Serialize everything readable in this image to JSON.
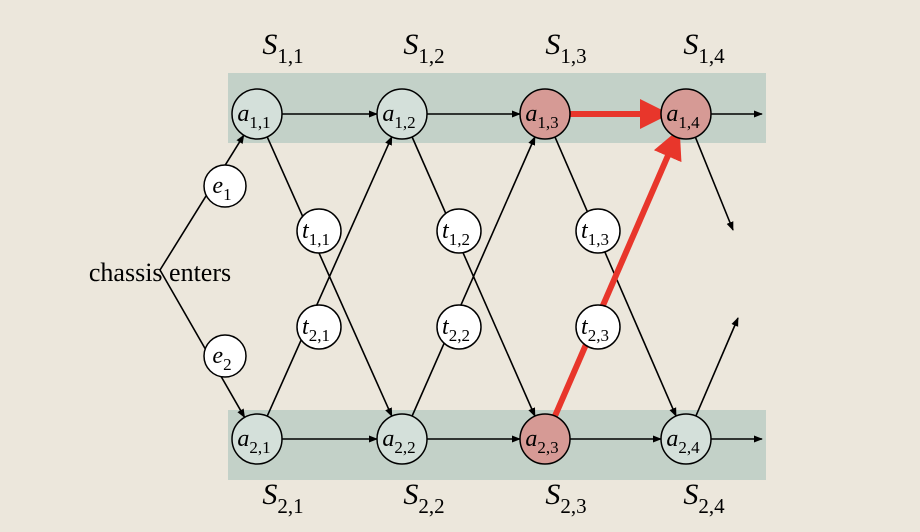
{
  "diagram": {
    "entry_label": "chassis enters",
    "colors": {
      "background": "#ece7dc",
      "lane": "#bcccc4",
      "node_default": "#ffffff",
      "node_lane": "#d4e0da",
      "node_highlight": "#d69a95",
      "highlight_edge": "#e8362b"
    },
    "stations_top": [
      {
        "main": "S",
        "sub": "1,1"
      },
      {
        "main": "S",
        "sub": "1,2"
      },
      {
        "main": "S",
        "sub": "1,3"
      },
      {
        "main": "S",
        "sub": "1,4"
      }
    ],
    "stations_bottom": [
      {
        "main": "S",
        "sub": "2,1"
      },
      {
        "main": "S",
        "sub": "2,2"
      },
      {
        "main": "S",
        "sub": "2,3"
      },
      {
        "main": "S",
        "sub": "2,4"
      }
    ],
    "nodes": [
      {
        "id": "a11",
        "main": "a",
        "sub": "1,1",
        "style": "lane"
      },
      {
        "id": "a12",
        "main": "a",
        "sub": "1,2",
        "style": "lane"
      },
      {
        "id": "a13",
        "main": "a",
        "sub": "1,3",
        "style": "highlight"
      },
      {
        "id": "a14",
        "main": "a",
        "sub": "1,4",
        "style": "highlight"
      },
      {
        "id": "a21",
        "main": "a",
        "sub": "2,1",
        "style": "lane"
      },
      {
        "id": "a22",
        "main": "a",
        "sub": "2,2",
        "style": "lane"
      },
      {
        "id": "a23",
        "main": "a",
        "sub": "2,3",
        "style": "highlight"
      },
      {
        "id": "a24",
        "main": "a",
        "sub": "2,4",
        "style": "lane"
      },
      {
        "id": "e1",
        "main": "e",
        "sub": "1",
        "style": "plain"
      },
      {
        "id": "e2",
        "main": "e",
        "sub": "2",
        "style": "plain"
      },
      {
        "id": "t11",
        "main": "t",
        "sub": "1,1",
        "style": "plain"
      },
      {
        "id": "t12",
        "main": "t",
        "sub": "1,2",
        "style": "plain"
      },
      {
        "id": "t13",
        "main": "t",
        "sub": "1,3",
        "style": "plain"
      },
      {
        "id": "t21",
        "main": "t",
        "sub": "2,1",
        "style": "plain"
      },
      {
        "id": "t22",
        "main": "t",
        "sub": "2,2",
        "style": "plain"
      },
      {
        "id": "t23",
        "main": "t",
        "sub": "2,3",
        "style": "plain"
      }
    ],
    "edges": [
      {
        "from": "a11",
        "to": "a12"
      },
      {
        "from": "a12",
        "to": "a13"
      },
      {
        "from": "a13",
        "to": "a14",
        "highlight": true
      },
      {
        "from": "a14",
        "to": "out-top"
      },
      {
        "from": "a21",
        "to": "a22"
      },
      {
        "from": "a22",
        "to": "a23"
      },
      {
        "from": "a23",
        "to": "a24"
      },
      {
        "from": "a24",
        "to": "out-bottom"
      },
      {
        "from": "entry",
        "to": "a11",
        "via": "e1"
      },
      {
        "from": "entry",
        "to": "a21",
        "via": "e2"
      },
      {
        "from": "a11",
        "to": "a22",
        "via": "t11"
      },
      {
        "from": "a12",
        "to": "a23",
        "via": "t12"
      },
      {
        "from": "a13",
        "to": "a24",
        "via": "t13"
      },
      {
        "from": "a21",
        "to": "a12",
        "via": "t21"
      },
      {
        "from": "a22",
        "to": "a13",
        "via": "t22"
      },
      {
        "from": "a23",
        "to": "a14",
        "via": "t23",
        "highlight": true
      },
      {
        "from": "a14",
        "to": "exit-top"
      },
      {
        "from": "a24",
        "to": "exit-bottom"
      }
    ]
  }
}
